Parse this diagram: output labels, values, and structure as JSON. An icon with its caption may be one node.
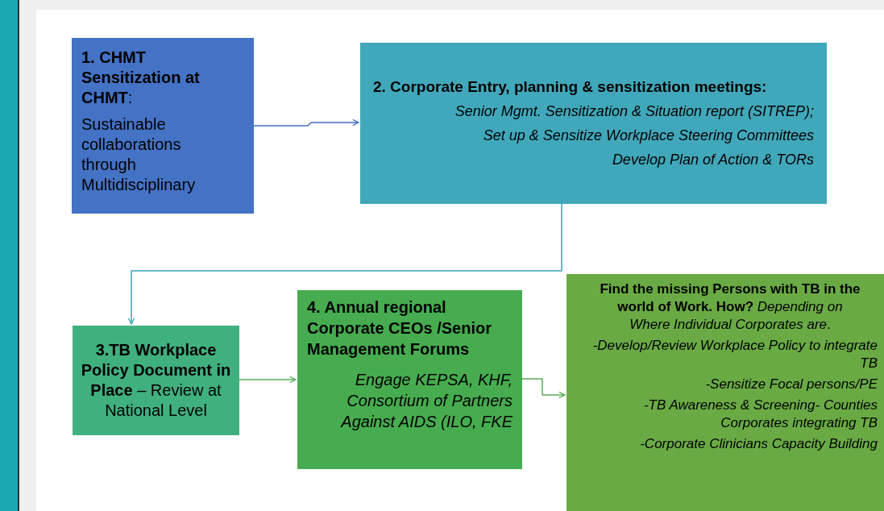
{
  "diagram": {
    "nodes": [
      {
        "text": [
          "**1. CHMT Sensitization at CHMT**:",
          "Sustainable collaborations through Multidisciplinary"
        ]
      },
      {
        "text": [
          "2. Corporate Entry, planning & sensitization meetings:",
          "Senior Mgmt. Sensitization & Situation report (SITREP);",
          "Set up & Sensitize Workplace Steering Committees",
          "Develop Plan of Action & TORs"
        ]
      },
      {
        "text": [
          "**3.TB Workplace Policy Document in Place** – Review at National Level"
        ]
      },
      {
        "text": [
          "4. Annual regional Corporate CEOs /Senior Management Forums",
          "Engage KEPSA, KHF, Consortium of Partners Against AIDS (ILO, FKE"
        ]
      },
      {
        "text": [
          "**Find the missing Persons with TB in the world of Work. How?** *Depending on Where Individual Corporates are*.",
          "-Develop/Review Workplace Policy to integrate TB",
          "-Sensitize Focal persons/PE",
          "-TB Awareness & Screening- Counties Corporates integrating TB",
          "-Corporate Clinicians Capacity Building"
        ]
      }
    ],
    "edges": [
      {
        "from": 0,
        "to": 1,
        "arrow": "to",
        "color": "#4472c4"
      },
      {
        "from": 1,
        "to": 2,
        "arrow": "to",
        "color": "#3aa7b8"
      },
      {
        "from": 2,
        "to": 3,
        "arrow": "to",
        "color": "#5aad5a"
      },
      {
        "from": 3,
        "to": 4,
        "arrow": "to",
        "color": "#5aad5a"
      }
    ]
  }
}
